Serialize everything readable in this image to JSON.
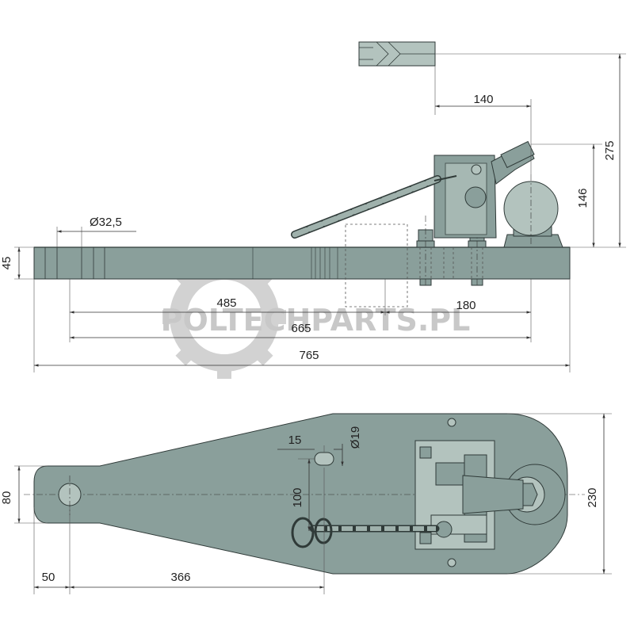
{
  "watermark": "POLTECHPARTS.PL",
  "side_view": {
    "dims": {
      "dia_hole": "Ø32,5",
      "thickness": "45",
      "d485": "485",
      "d180": "180",
      "d665": "665",
      "d765": "765",
      "d140": "140",
      "d146": "146",
      "d275": "275"
    }
  },
  "top_view": {
    "dims": {
      "d15": "15",
      "dia_slot": "Ø19",
      "d80": "80",
      "d100": "100",
      "d230": "230",
      "d50": "50",
      "d366": "366"
    }
  },
  "colors": {
    "steel": "#8a9f9b",
    "steel_light": "#b3c3be",
    "watermark": "#c8c8c8"
  }
}
